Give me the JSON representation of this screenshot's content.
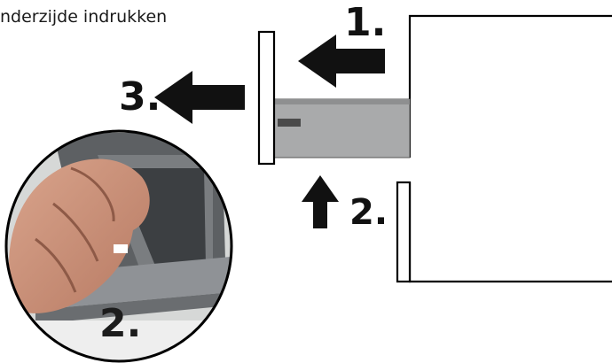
{
  "caption": "nderzijde indrukken",
  "steps": {
    "step_1": "1.",
    "step_2_arrow": "2.",
    "step_3": "3.",
    "step_2_photo": "2."
  },
  "icons": [
    "arrow-left-icon",
    "arrow-left-icon",
    "arrow-up-icon"
  ],
  "colors": {
    "arrow": "#111111",
    "rail": "#a9aaab",
    "outline": "#000000",
    "background": "#ffffff"
  }
}
